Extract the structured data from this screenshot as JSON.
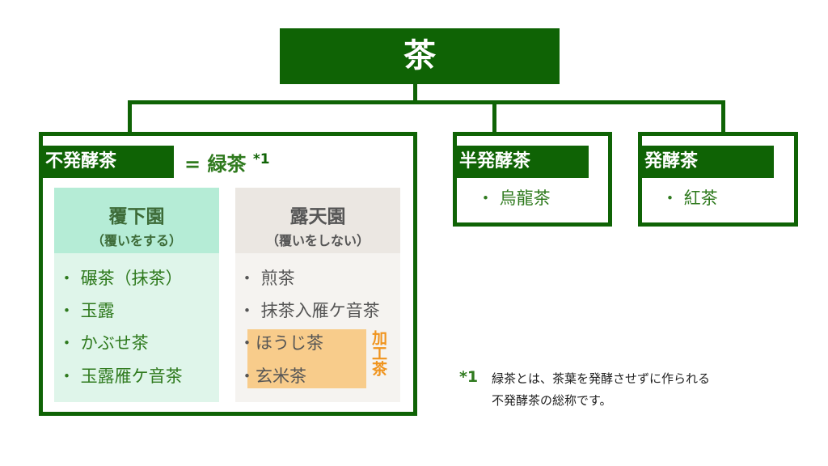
{
  "root": {
    "title": "茶"
  },
  "unfermented": {
    "label": "不発酵茶",
    "equals": "= 緑茶",
    "note_mark": "*1",
    "shaded": {
      "title": "覆下園",
      "subtitle": "（覆いをする）",
      "items": [
        "・ 碾茶（抹茶）",
        "・ 玉露",
        "・ かぶせ茶",
        "・ 玉露雁ケ音茶"
      ]
    },
    "open": {
      "title": "露天園",
      "subtitle": "（覆いをしない）",
      "items": [
        "・ 煎茶",
        "・ 抹茶入雁ケ音茶",
        "ほうじ茶",
        "玄米茶"
      ],
      "bullet": "・",
      "processed_label": "加工茶"
    }
  },
  "semi": {
    "label": "半発酵茶",
    "items": [
      "・ 烏龍茶"
    ]
  },
  "fermented": {
    "label": "発酵茶",
    "items": [
      "・ 紅茶"
    ]
  },
  "footnote": {
    "mark": "*1",
    "line1": "緑茶とは、茶葉を発酵させずに作られる",
    "line2": "不発酵茶の総称です。"
  },
  "colors": {
    "dark_green": "#0f6305",
    "text_green": "#2f7a1e",
    "orange": "#f0941e"
  }
}
